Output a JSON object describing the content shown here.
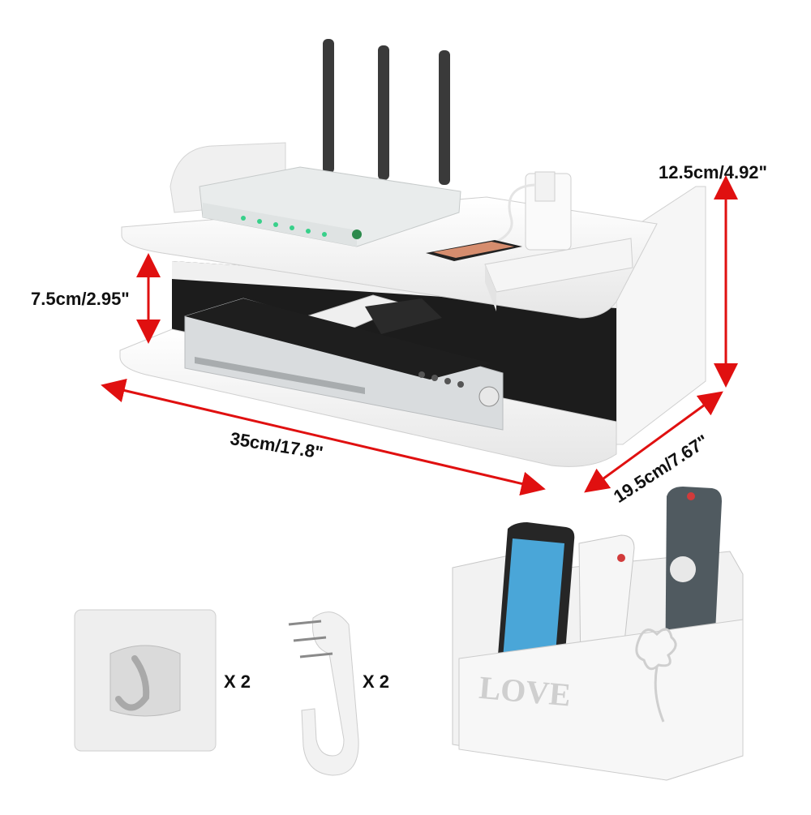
{
  "dimensions": {
    "height": "12.5cm/4.92\"",
    "inner_height": "7.5cm/2.95\"",
    "width": "35cm/17.8\"",
    "depth": "19.5cm/7.67\""
  },
  "accessories": {
    "adhesive_hook_qty": "X 2",
    "wall_hook_qty": "X 2"
  },
  "organizer": {
    "cutout_text": "LOVE"
  },
  "colors": {
    "dimension_arrow": "#e01010",
    "shelf": "#f4f4f4",
    "shelf_edge": "#d8d8d8",
    "router": "#e9ecec",
    "antenna": "#3a3a3a",
    "dvd_player": "#d9dcde",
    "interior": "#1c1c1c"
  }
}
